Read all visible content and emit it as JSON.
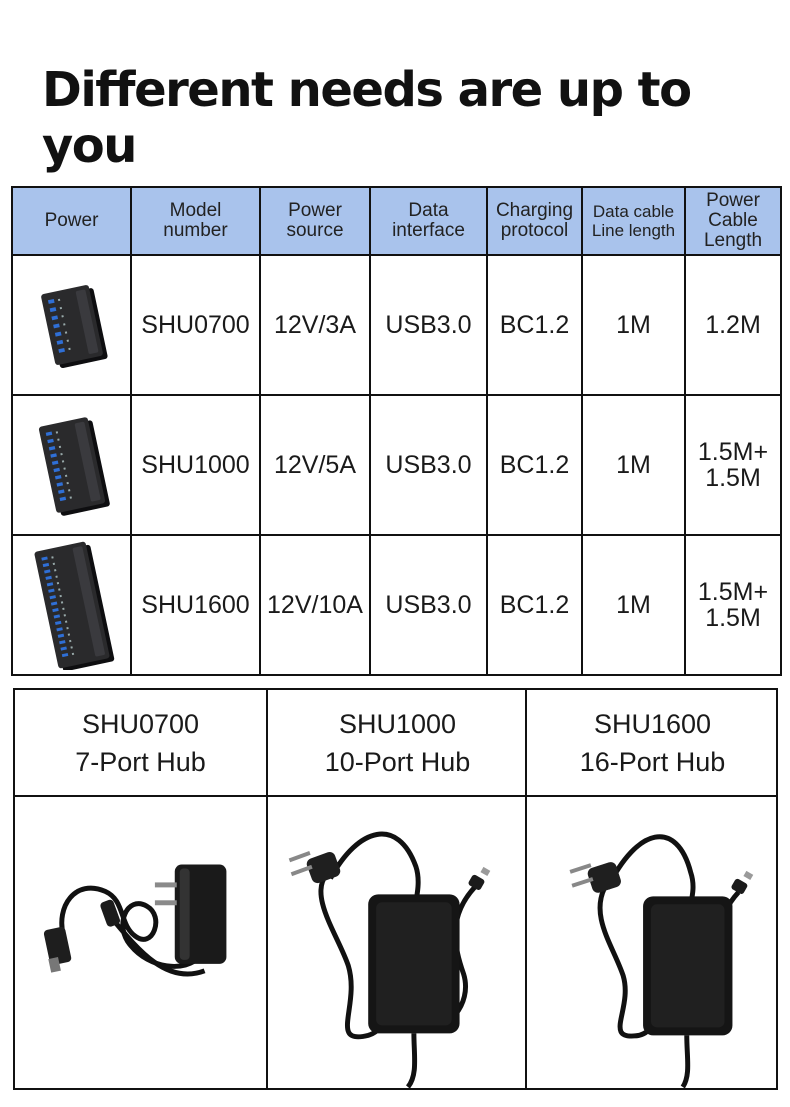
{
  "title": "Different needs are up to you",
  "table": {
    "headers": [
      {
        "lines": [
          "Power"
        ]
      },
      {
        "lines": [
          "Model",
          "number"
        ]
      },
      {
        "lines": [
          "Power",
          "source"
        ]
      },
      {
        "lines": [
          "Data",
          "interface"
        ]
      },
      {
        "lines": [
          "Charging",
          "protocol"
        ]
      },
      {
        "lines": [
          "Data cable",
          "Line length"
        ]
      },
      {
        "lines": [
          "Power",
          "Cable",
          "Length"
        ]
      }
    ],
    "rows": [
      {
        "model": "SHU0700",
        "source": "12V/3A",
        "interface": "USB3.0",
        "protocol": "BC1.2",
        "data_cable": "1M",
        "power_cable": [
          "1.2M"
        ],
        "ports": 7
      },
      {
        "model": "SHU1000",
        "source": "12V/5A",
        "interface": "USB3.0",
        "protocol": "BC1.2",
        "data_cable": "1M",
        "power_cable": [
          "1.5M+",
          "1.5M"
        ],
        "ports": 10
      },
      {
        "model": "SHU1600",
        "source": "12V/10A",
        "interface": "USB3.0",
        "protocol": "BC1.2",
        "data_cable": "1M",
        "power_cable": [
          "1.5M+",
          "1.5M"
        ],
        "ports": 16
      }
    ]
  },
  "adapters": [
    {
      "model": "SHU0700",
      "label": "7-Port Hub",
      "type": "wall-plug"
    },
    {
      "model": "SHU1000",
      "label": "10-Port Hub",
      "type": "power-brick"
    },
    {
      "model": "SHU1600",
      "label": "16-Port Hub",
      "type": "power-brick"
    }
  ],
  "colors": {
    "header_bg": "#a9c3ec",
    "hub_body": "#2a2a2c",
    "usb_port": "#2f6fd6"
  },
  "icons": [
    "usb-hub-icon",
    "wall-plug-adapter-icon",
    "power-brick-adapter-icon"
  ]
}
